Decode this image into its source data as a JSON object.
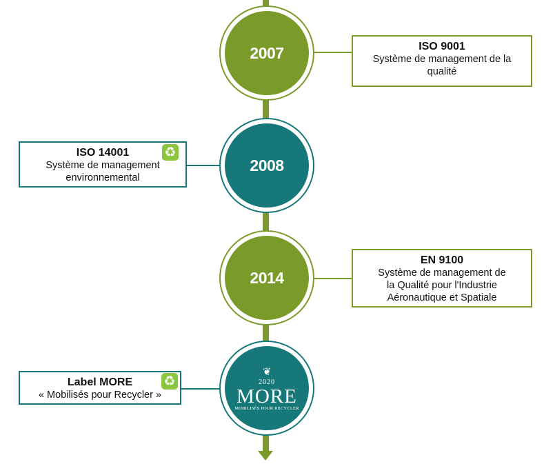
{
  "colors": {
    "olive": "#7a9a2a",
    "teal": "#17787a",
    "recycle": "#8cc63f"
  },
  "milestones": [
    {
      "year": "2007",
      "title": "ISO 9001",
      "lines": [
        "Système de management de la",
        "qualité"
      ]
    },
    {
      "year": "2008",
      "title": "ISO 14001",
      "lines": [
        "Système de management",
        "environnemental"
      ],
      "icon": "recycle-icon"
    },
    {
      "year": "2014",
      "title": "EN 9100",
      "lines": [
        "Système de management de",
        "la Qualité pour l'Industrie",
        "Aéronautique et Spatiale"
      ]
    },
    {
      "title": "Label MORE",
      "lines": [
        "« Mobilisés pour Recycler »"
      ],
      "icon": "recycle-icon"
    }
  ],
  "more_logo": {
    "year": "2020",
    "word": "MORE",
    "subtitle": "MOBILISÉS POUR RECYCLER"
  }
}
